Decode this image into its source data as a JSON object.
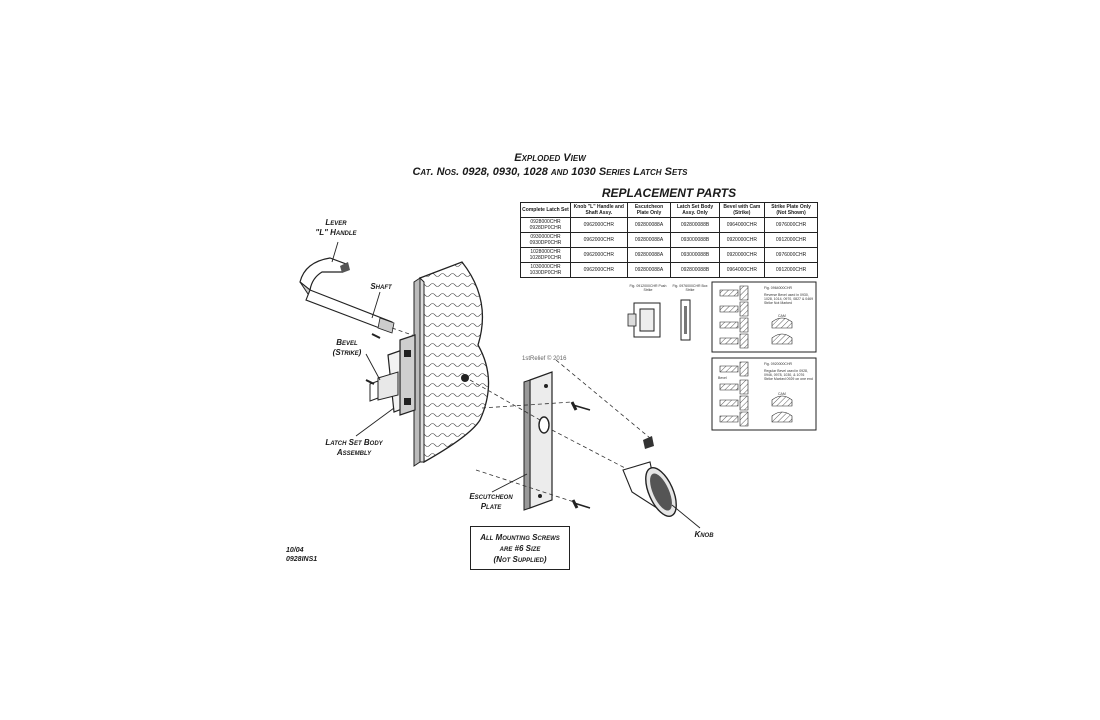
{
  "header": {
    "title": "Exploded View",
    "subtitle": "Cat. Nos. 0928, 0930, 1028 and 1030  Series Latch Sets"
  },
  "replacement_parts": {
    "title": "REPLACEMENT PARTS",
    "columns": [
      "Complete Latch Set",
      "Knob \"L\" Handle and Shaft Assy.",
      "Escutcheon Plate Only",
      "Latch Set Body Assy. Only",
      "Bevel with Cam (Strike)",
      "Strike Plate Only (Not Shown)"
    ],
    "rows": [
      {
        "sets": "0928000CHR 0928DP0CHR",
        "knob": "0962000CHR",
        "plate": "092800088A",
        "body": "092800088B",
        "bevel": "0964000CHR",
        "strike": "0976000CHR"
      },
      {
        "sets": "0930000CHR 0930DP0CHR",
        "knob": "0962000CHR",
        "plate": "092800088A",
        "body": "093000088B",
        "bevel": "0920000CHR",
        "strike": "0912000CHR"
      },
      {
        "sets": "1028000CHR 1028DP0CHR",
        "knob": "0962000CHR",
        "plate": "092800088A",
        "body": "093000088B",
        "bevel": "0920000CHR",
        "strike": "0976000CHR"
      },
      {
        "sets": "1030000CHR 1030DP0CHR",
        "knob": "0962000CHR",
        "plate": "092800088A",
        "body": "092800088B",
        "bevel": "0964000CHR",
        "strike": "0912000CHR"
      }
    ]
  },
  "labels": {
    "lever": "Lever",
    "l_handle": "\"L\" Handle",
    "shaft": "Shaft",
    "bevel": "Bevel",
    "strike": "(Strike)",
    "latch_body_1": "Latch Set Body",
    "latch_body_2": "Assembly",
    "escutcheon_1": "Escutcheon",
    "escutcheon_2": "Plate",
    "knob": "Knob"
  },
  "note": {
    "line1": "All Mounting Screws",
    "line2": "are #6 Size",
    "line3": "(Not Supplied)"
  },
  "footer": {
    "date": "10/04",
    "doc": "0928INS1"
  },
  "watermark": "1stRelief © 2016",
  "strike_figs": {
    "fig1": "Fig. 0912000CHR Push Strike",
    "fig2": "Fig. 0976000CHR Box Strike"
  },
  "bevel_figs": {
    "box1_title": "Fig. 0964000CHR",
    "box1_note": "Reverse Bevel used in 0930, 1028, 1014, 0970, 0827 & 0469 Strike Not Marked",
    "box2_title": "Fig. 0920000CHR",
    "box2_note": "Regular Bevel used in 0928, 0946, 0978, 1030, & 1076 Strike Marked 0929 on one end",
    "bevel_label": "Bevel",
    "cam_label": "CAM"
  }
}
